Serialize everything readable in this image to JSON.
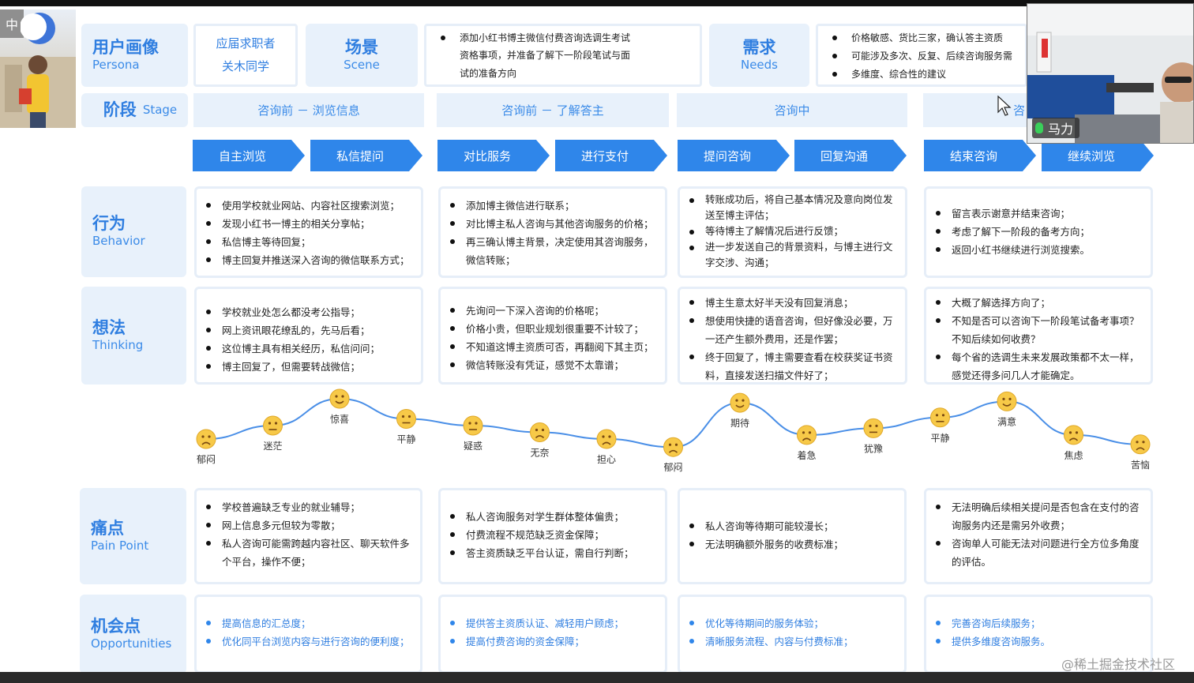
{
  "header": {
    "persona": {
      "zh": "用户画像",
      "en": "Persona",
      "line1": "应届求职者",
      "line2": "关木同学"
    },
    "scene": {
      "zh": "场景",
      "en": "Scene",
      "items": [
        "添加小红书博主微信付费咨询选调生考试",
        "资格事项，并准备了解下一阶段笔试与面",
        "试的准备方向"
      ]
    },
    "needs": {
      "zh": "需求",
      "en": "Needs",
      "items": [
        "价格敏感、货比三家，确认答主资质",
        "可能涉及多次、反复、后续咨询服务需",
        "多维度、综合性的建议"
      ]
    }
  },
  "stage": {
    "zh": "阶段",
    "en": "Stage",
    "boxes": [
      "咨询前 － 浏览信息",
      "咨询前 － 了解答主",
      "咨询中",
      "咨"
    ]
  },
  "steps": [
    "自主浏览",
    "私信提问",
    "对比服务",
    "进行支付",
    "提问咨询",
    "回复沟通",
    "结束咨询",
    "继续浏览"
  ],
  "rows": {
    "behavior": {
      "zh": "行为",
      "en": "Behavior",
      "cols": [
        [
          "使用学校就业网站、内容社区搜索浏览；",
          "发现小红书一博主的相关分享帖；",
          "私信博主等待回复；",
          "博主回复并推送深入咨询的微信联系方式；"
        ],
        [
          "添加博主微信进行联系；",
          "对比博主私人咨询与其他咨询服务的价格；",
          "再三确认博主背景，决定使用其咨询服务，微信转账；"
        ],
        [
          "转账成功后，将自己基本情况及意向岗位发送至博主评估；",
          "等待博主了解情况后进行反馈；",
          "进一步发送自己的背景资料，与博主进行文字交涉、沟通；"
        ],
        [
          "留言表示谢意并结束咨询；",
          "考虑了解下一阶段的备考方向；",
          "返回小红书继续进行浏览搜索。"
        ]
      ]
    },
    "thinking": {
      "zh": "想法",
      "en": "Thinking",
      "cols": [
        [
          "学校就业处怎么都没考公指导；",
          "网上资讯眼花缭乱的，先马后看；",
          "这位博主具有相关经历，私信问问；",
          "博主回复了，但需要转战微信；"
        ],
        [
          "先询问一下深入咨询的价格呢；",
          "价格小贵，但职业规划很重要不计较了；",
          "不知道这博主资质可否，再翻阅下其主页；",
          "微信转账没有凭证，感觉不太靠谱；"
        ],
        [
          "博主生意太好半天没有回复消息；",
          "想使用快捷的语音咨询，但好像没必要，万一还产生额外费用，还是作罢；",
          "终于回复了，博主需要查看在校获奖证书资料，直接发送扫描文件好了；"
        ],
        [
          "大概了解选择方向了；",
          "不知是否可以咨询下一阶段笔试备考事项？不知后续如何收费？",
          "每个省的选调生未来发展政策都不太一样，感觉还得多问几人才能确定。"
        ]
      ]
    },
    "pain": {
      "zh": "痛点",
      "en": "Pain Point",
      "cols": [
        [
          "学校普遍缺乏专业的就业辅导；",
          "网上信息多元但较为零散；",
          "私人咨询可能需跨越内容社区、聊天软件多个平台，操作不便；"
        ],
        [
          "私人咨询服务对学生群体整体偏贵；",
          "付费流程不规范缺乏资金保障；",
          "答主资质缺乏平台认证，需自行判断；"
        ],
        [
          "私人咨询等待期可能较漫长；",
          "无法明确额外服务的收费标准；"
        ],
        [
          "无法明确后续相关提问是否包含在支付的咨询服务内还是需另外收费；",
          "咨询单人可能无法对问题进行全方位多角度的评估。"
        ]
      ]
    },
    "opportunities": {
      "zh": "机会点",
      "en": "Opportunities",
      "cols": [
        [
          "提高信息的汇总度；",
          "优化同平台浏览内容与进行咨询的便利度；"
        ],
        [
          "提供答主资质认证、减轻用户顾虑；",
          "提高付费咨询的资金保障；"
        ],
        [
          "优化等待期间的服务体验；",
          "清晰服务流程、内容与付费标准；"
        ],
        [
          "完善咨询后续服务；",
          "提供多维度咨询服务。"
        ]
      ]
    }
  },
  "emotions": [
    {
      "label": "郁闷",
      "level": 2,
      "mood": "sad"
    },
    {
      "label": "迷茫",
      "level": 3,
      "mood": "neutral"
    },
    {
      "label": "惊喜",
      "level": 5,
      "mood": "happy"
    },
    {
      "label": "平静",
      "level": 3.5,
      "mood": "neutral"
    },
    {
      "label": "疑惑",
      "level": 3,
      "mood": "neutral"
    },
    {
      "label": "无奈",
      "level": 2.5,
      "mood": "sad"
    },
    {
      "label": "担心",
      "level": 2,
      "mood": "sad"
    },
    {
      "label": "郁闷",
      "level": 1.4,
      "mood": "sad"
    },
    {
      "label": "期待",
      "level": 4.7,
      "mood": "happy"
    },
    {
      "label": "着急",
      "level": 2.3,
      "mood": "sad"
    },
    {
      "label": "犹豫",
      "level": 2.8,
      "mood": "neutral"
    },
    {
      "label": "平静",
      "level": 3.6,
      "mood": "neutral"
    },
    {
      "label": "满意",
      "level": 4.8,
      "mood": "happy"
    },
    {
      "label": "焦虑",
      "level": 2.3,
      "mood": "sad"
    },
    {
      "label": "苦恼",
      "level": 1.6,
      "mood": "sad"
    }
  ],
  "overlay": {
    "ime": "中",
    "speaker": "马力",
    "watermark": "@稀土掘金技术社区"
  },
  "colors": {
    "accent": "#2f86ea",
    "label_bg": "#e8f1fb",
    "curve": "#4a8fe7",
    "face": "#f7c948"
  }
}
